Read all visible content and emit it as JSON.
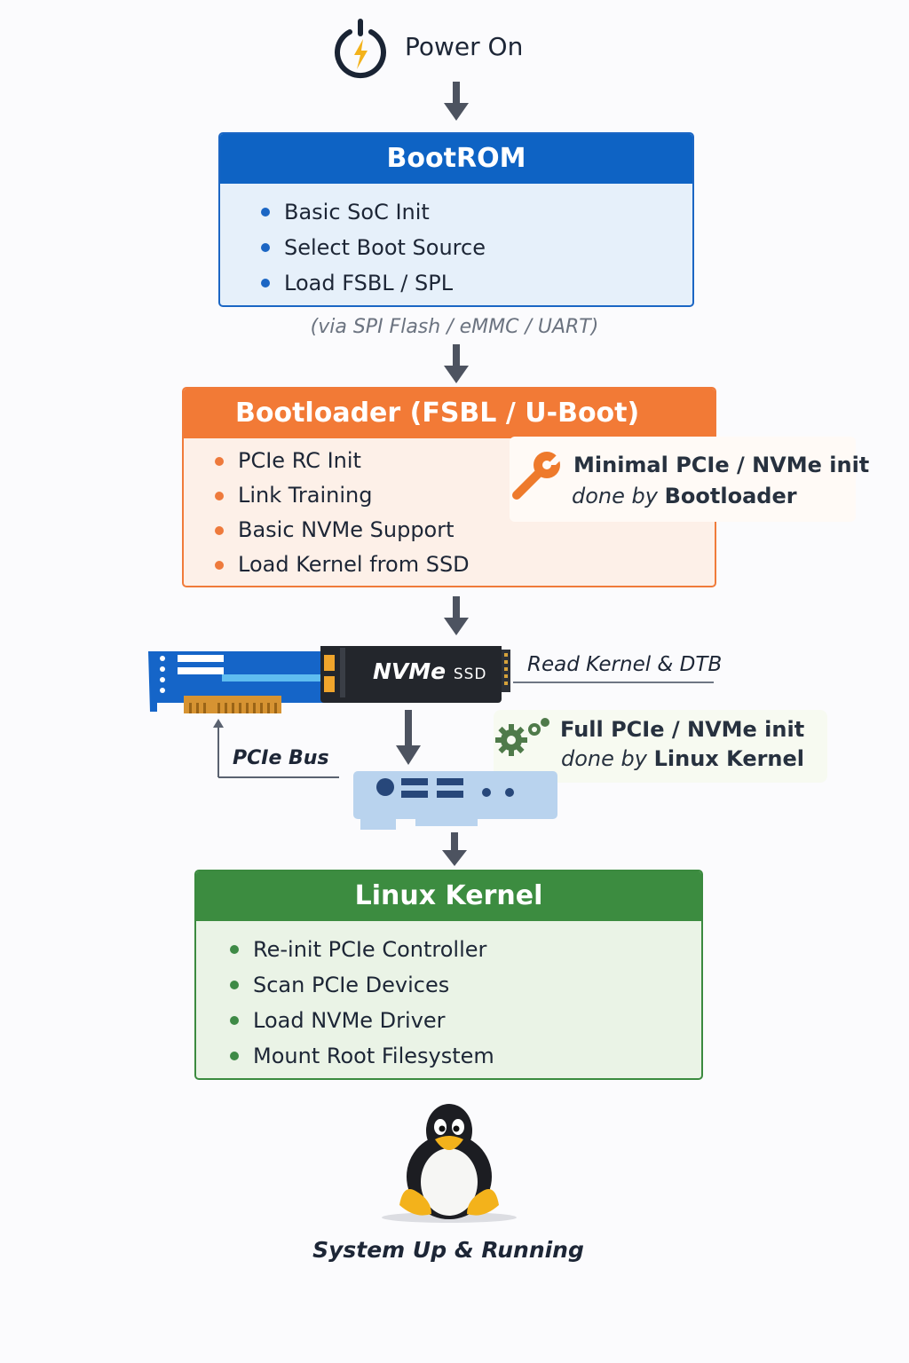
{
  "power": {
    "label": "Power On",
    "icon": "power-icon"
  },
  "bootrom": {
    "title": "BootROM",
    "items": [
      "Basic SoC Init",
      "Select Boot Source",
      "Load FSBL / SPL"
    ],
    "color": "#0e63c4"
  },
  "via_label": "(via SPI Flash / eMMC / UART)",
  "bootloader": {
    "title": "Bootloader (FSBL / U-Boot)",
    "items": [
      "PCIe RC Init",
      "Link Training",
      "Basic NVMe Support",
      "Load Kernel from SSD"
    ],
    "color": "#f27a36",
    "note": {
      "line1": "Minimal PCIe / NVMe init",
      "done_by": "done by",
      "actor": "Bootloader",
      "icon": "wrench-icon"
    }
  },
  "ssd": {
    "brand": "NVMe",
    "suffix": "SSD",
    "read_label": "Read Kernel & DTB"
  },
  "bus_label": "PCIe Bus",
  "kernel_note": {
    "line1": "Full PCIe / NVMe init",
    "done_by": "done by",
    "actor": "Linux Kernel",
    "icon": "gears-icon"
  },
  "linux": {
    "title": "Linux Kernel",
    "items": [
      "Re-init PCIe Controller",
      "Scan PCIe Devices",
      "Load NVMe Driver",
      "Mount Root Filesystem"
    ],
    "color": "#3c8c40"
  },
  "final_label": "System Up & Running"
}
